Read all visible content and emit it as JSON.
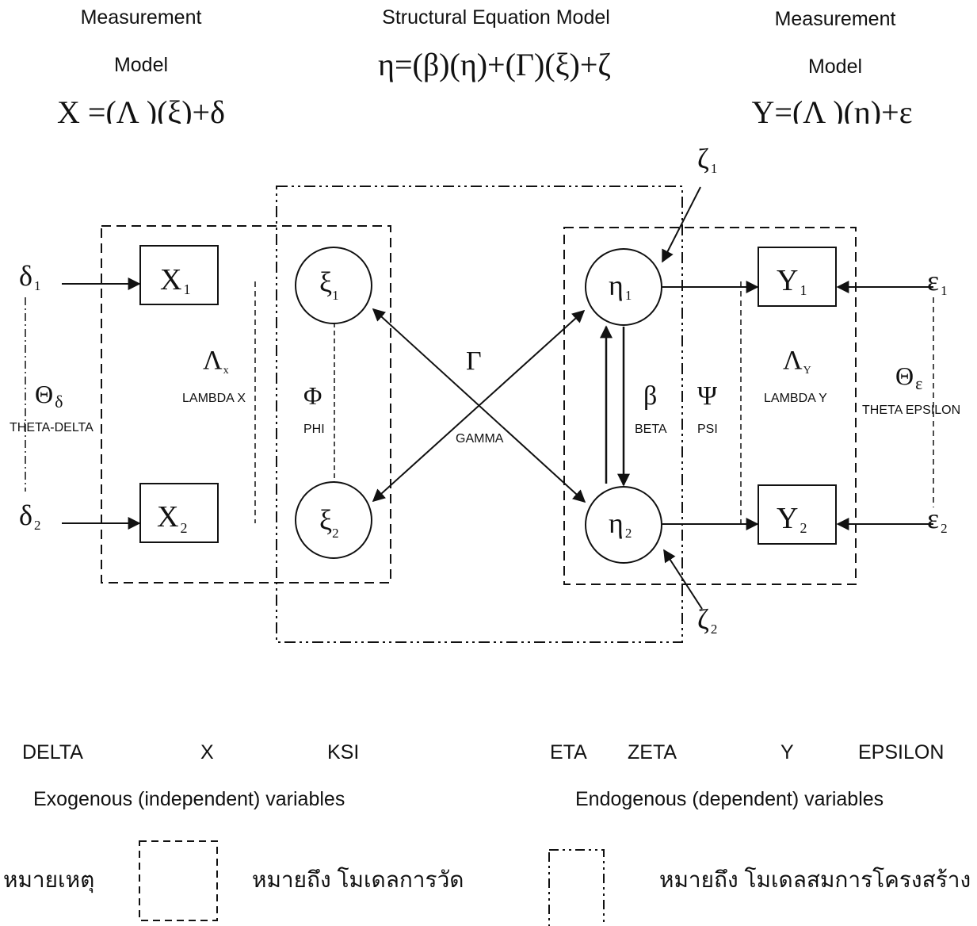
{
  "header": {
    "left_title": "Measurement",
    "left_sub": "Model",
    "left_eq": "X =(Λ )(ξ)+δ",
    "center_title": "Structural Equation Model",
    "center_eq": "η=(β)(η)+(Γ)(ξ)+ζ",
    "right_title": "Measurement",
    "right_sub": "Model",
    "right_eq": "Y=(Λ )(η)+ε"
  },
  "diagram": {
    "delta": "δ",
    "sub1": "1",
    "sub2": "2",
    "x_var": "X",
    "y_var": "Y",
    "xi": "ξ",
    "eta": "η",
    "zeta": "ζ",
    "epsilon": "ε",
    "theta": "Θ",
    "lambda": "Λ",
    "lambda_x_sub": "x",
    "lambda_y_sub": "Y",
    "gamma_sym": "Γ",
    "phi_sym": "Φ",
    "beta_sym": "β",
    "psi_sym": "Ψ",
    "theta_delta_label": "THETA-DELTA",
    "lambda_x_label": "LAMBDA X",
    "phi_label": "PHI",
    "gamma_label": "GAMMA",
    "beta_label": "BETA",
    "psi_label": "PSI",
    "lambda_y_label": "LAMBDA Y",
    "theta_epsilon_label": "THETA EPSILON"
  },
  "names_row": [
    "DELTA",
    "X",
    "KSI",
    "ETA",
    "ZETA",
    "Y",
    "EPSILON"
  ],
  "groups": {
    "exogenous": "Exogenous (independent) variables",
    "endogenous": "Endogenous (dependent) variables"
  },
  "legend": {
    "title": "หมายเหตุ",
    "measurement": "หมายถึง โมเดลการวัด",
    "structural": "หมายถึง โมเดลสมการโครงสร้าง"
  }
}
